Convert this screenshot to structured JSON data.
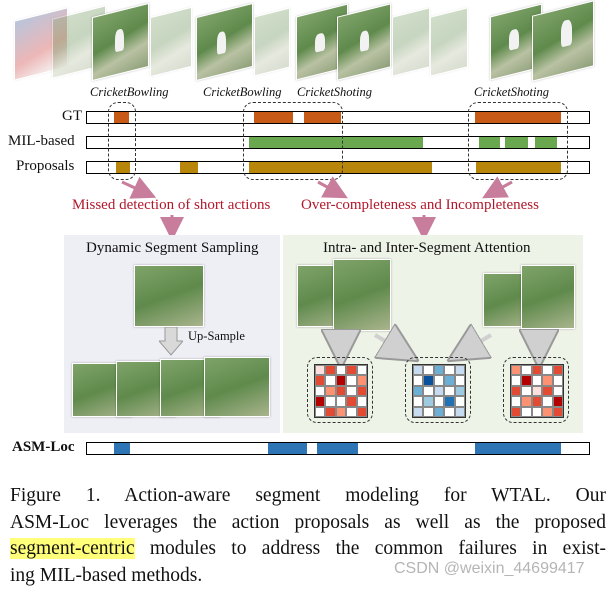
{
  "clip_labels": [
    "CricketBowling",
    "CricketBowling",
    "CricketShoting",
    "CricketShoting"
  ],
  "rows": {
    "gt": "GT",
    "mil": "MIL-based",
    "proposals": "Proposals",
    "asm": "ASM-Loc"
  },
  "colors": {
    "gt": "#c85a17",
    "mil": "#6aa84f",
    "proposals": "#b8860b",
    "asm": "#2e75b6",
    "red_text": "#b2182b",
    "left_panel": "#eeeef5",
    "right_panel": "#eef3e8"
  },
  "callouts": {
    "missed": "Missed detection of short actions",
    "over": "Over-completeness and Incompleteness"
  },
  "left_panel": {
    "title": "Dynamic Segment Sampling",
    "upsample": "Up-Sample"
  },
  "right_panel": {
    "title": "Intra- and Inter-Segment Attention"
  },
  "caption": {
    "line1": "Figure 1.  Action-aware segment modeling for WTAL. Our",
    "line2": "ASM-Loc leverages the action proposals as well as the proposed",
    "line3_highlight": "segment-centric",
    "line3_rest": " modules to address the common failures in exist-",
    "line4": "ing MIL-based methods."
  },
  "watermark": "CSDN @weixin_44699417"
}
